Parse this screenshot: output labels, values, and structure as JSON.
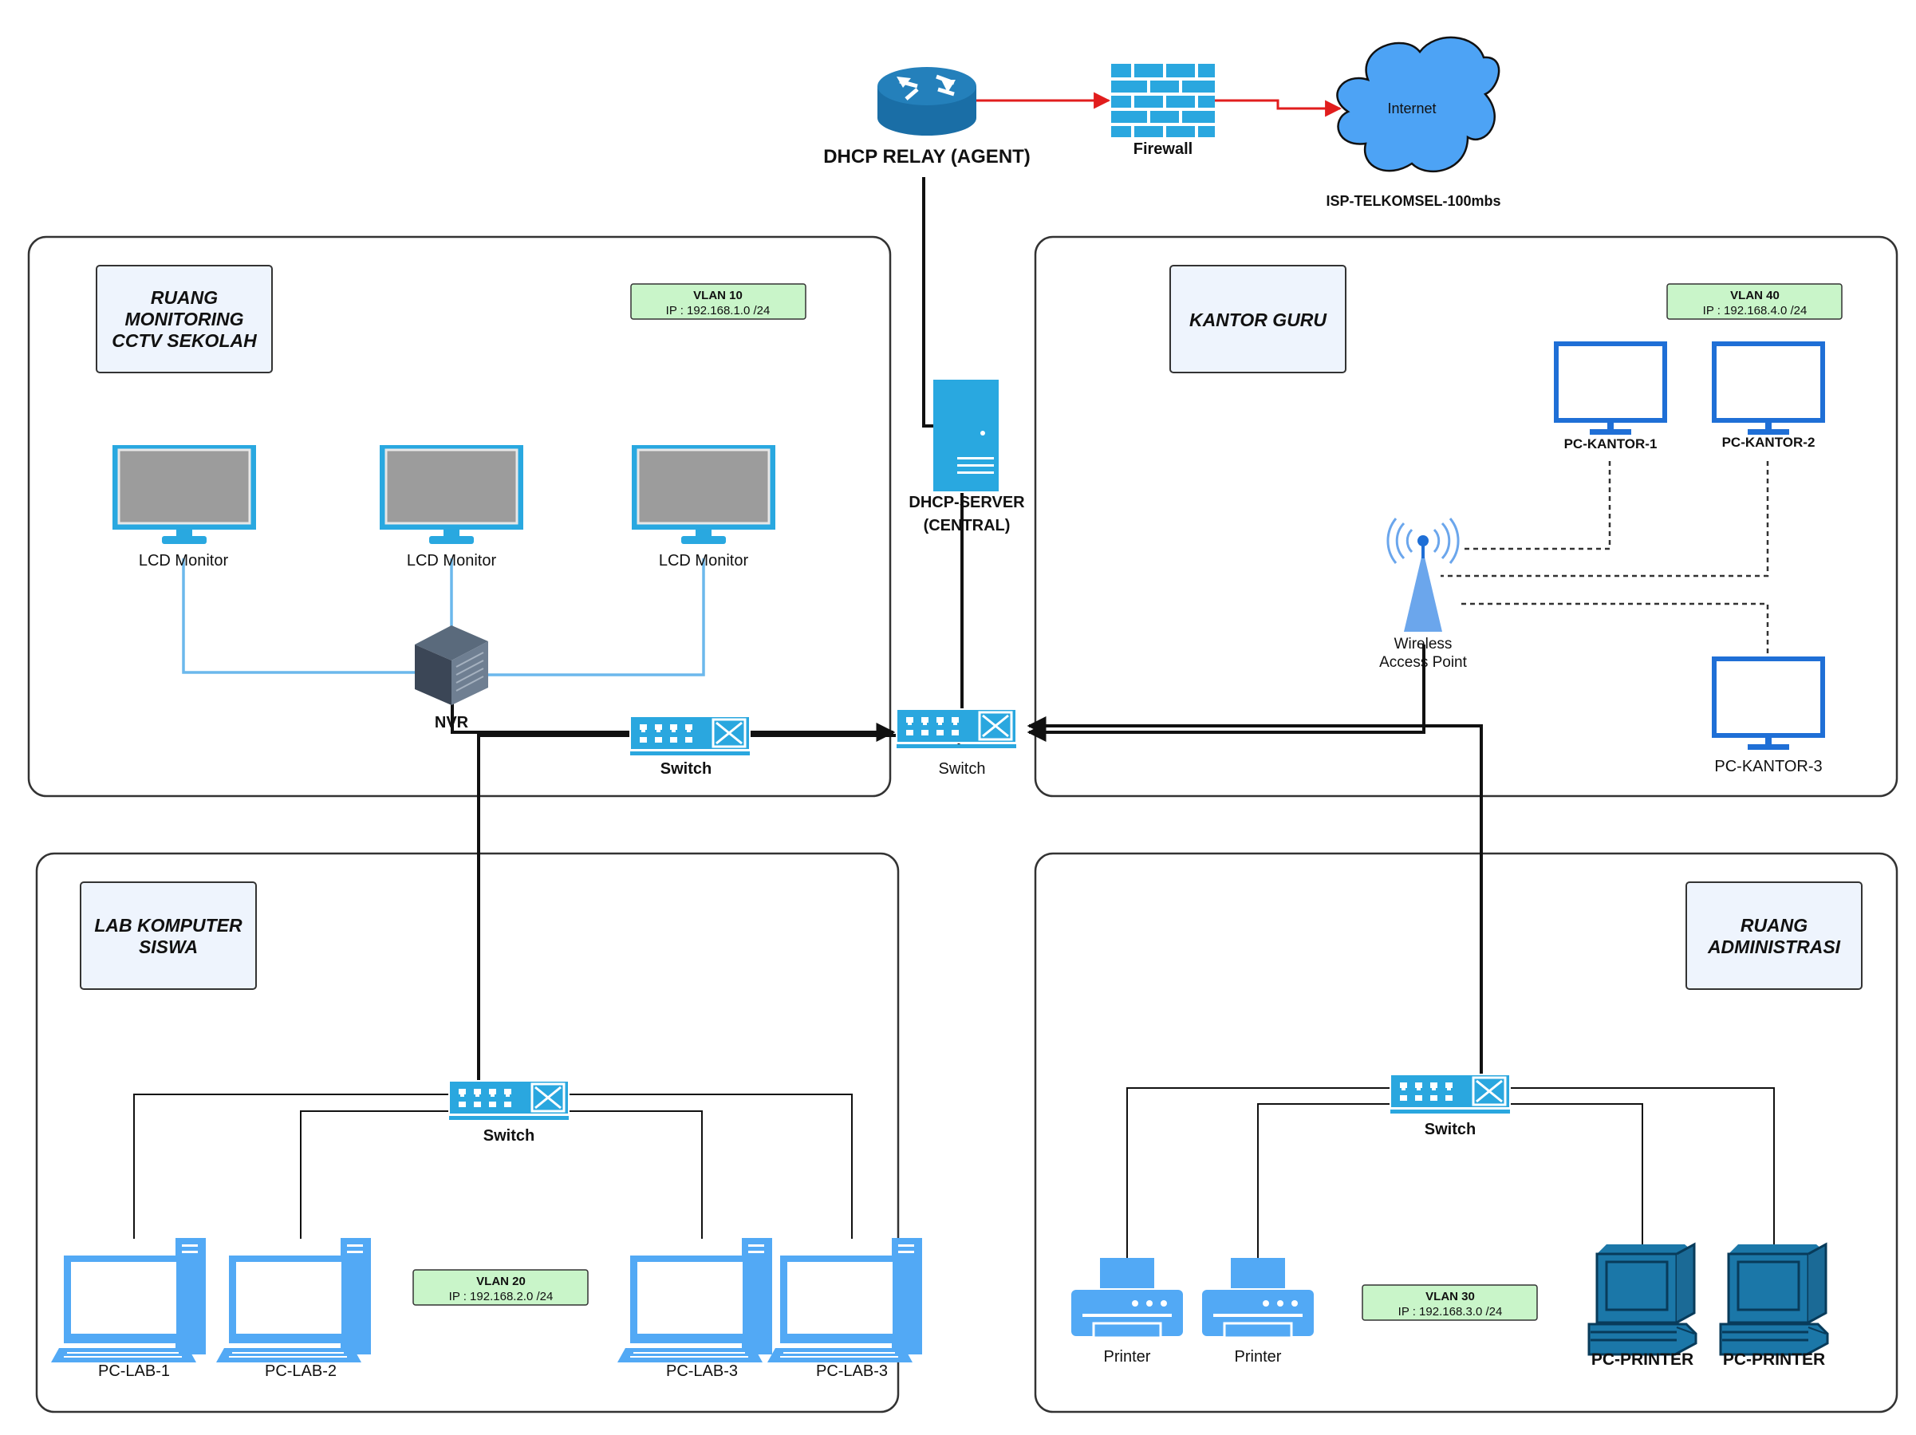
{
  "top": {
    "router_label": "DHCP RELAY (AGENT)",
    "firewall_label": "Firewall",
    "cloud_label": "Internet",
    "isp_label": "ISP-TELKOMSEL-100mbs"
  },
  "center": {
    "server_label_line1": "DHCP-SERVER",
    "server_label_line2": "(CENTRAL)",
    "core_switch_label": "Switch"
  },
  "rooms": {
    "cctv": {
      "title_line1": "RUANG",
      "title_line2": "MONITORING",
      "title_line3": "CCTV SEKOLAH",
      "vlan": "VLAN 10",
      "ip": "IP : 192.168.1.0 /24",
      "monitor_label": "LCD Monitor",
      "nvr_label": "NVR",
      "switch_label": "Switch"
    },
    "kantor": {
      "title": "KANTOR  GURU",
      "vlan": "VLAN 40",
      "ip": "IP : 192.168.4.0 /24",
      "pc1": "PC-KANTOR-1",
      "pc2": "PC-KANTOR-2",
      "pc3": "PC-KANTOR-3",
      "ap_line1": "Wireless",
      "ap_line2": "Access Point"
    },
    "lab": {
      "title_line1": "LAB KOMPUTER",
      "title_line2": "SISWA",
      "vlan": "VLAN 20",
      "ip": "IP : 192.168.2.0 /24",
      "switch_label": "Switch",
      "pc1": "PC-LAB-1",
      "pc2": "PC-LAB-2",
      "pc3": "PC-LAB-3",
      "pc4": "PC-LAB-3"
    },
    "admin": {
      "title_line1": "RUANG",
      "title_line2": "ADMINISTRASI",
      "vlan": "VLAN 30",
      "ip": "IP : 192.168.3.0 /24",
      "switch_label": "Switch",
      "printer1": "Printer",
      "printer2": "Printer",
      "pcp1": "PC-PRINTER",
      "pcp2": "PC-PRINTER"
    }
  },
  "colors": {
    "device_blue": "#29a8e0",
    "monitor_blue": "#1f6fd6",
    "lab_pc_blue": "#52a9f5",
    "cloud_blue": "#4da3f5",
    "router_blue": "#1a6ea6",
    "vlan_green": "#c9f5c9",
    "title_box": "#eef4fd",
    "red_link": "#e11d1d",
    "light_link": "#6cb8ec"
  }
}
